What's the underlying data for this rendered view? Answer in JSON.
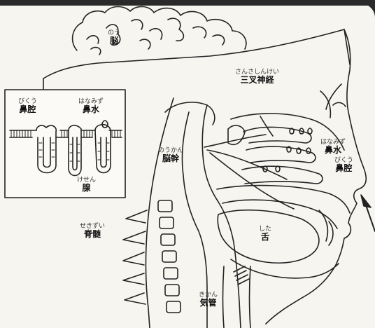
{
  "labels": {
    "brain": {
      "ruby": "のう",
      "word": "脳"
    },
    "nasal_cavity": {
      "ruby": "びくう",
      "word": "鼻腔"
    },
    "nasal_mucus": {
      "ruby": "はなみず",
      "word": "鼻水"
    },
    "gland": {
      "ruby": "けせん",
      "word": "腺"
    },
    "trigeminal": {
      "ruby": "さんさしんけい",
      "word": "三叉神経"
    },
    "brainstem": {
      "ruby": "のうかん",
      "word": "脳幹"
    },
    "mucus_right": {
      "ruby": "はなみず",
      "word": "鼻水"
    },
    "cavity_right": {
      "ruby": "びくう",
      "word": "鼻腔"
    },
    "spinal": {
      "ruby": "せきずい",
      "word": "脊髄"
    },
    "tongue": {
      "ruby": "した",
      "word": "舌"
    },
    "trachea": {
      "ruby": "きかん",
      "word": "気管"
    }
  },
  "colors": {
    "ink": "#222222",
    "paper": "#f7f5f0",
    "inset_bg": "#fbfaf7"
  }
}
